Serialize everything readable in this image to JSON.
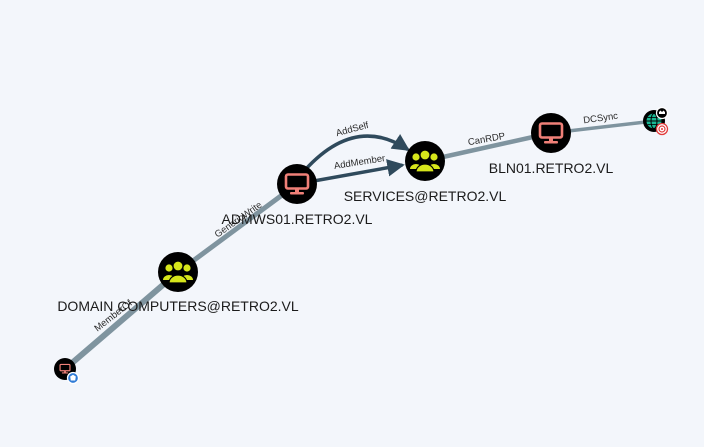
{
  "graph": {
    "nodes": [
      {
        "id": "workstation",
        "type": "computer",
        "small": true,
        "badge": "owned",
        "label": ""
      },
      {
        "id": "domain_computers",
        "type": "group",
        "label": "DOMAIN COMPUTERS@RETRO2.VL"
      },
      {
        "id": "admws01",
        "type": "computer",
        "label": "ADMWS01.RETRO2.VL"
      },
      {
        "id": "services",
        "type": "group",
        "label": "SERVICES@RETRO2.VL"
      },
      {
        "id": "bln01",
        "type": "computer",
        "label": "BLN01.RETRO2.VL"
      },
      {
        "id": "domain",
        "type": "domain",
        "small": true,
        "badge": "target",
        "label": ""
      }
    ],
    "edges": [
      {
        "from": "workstation",
        "to": "domain_computers",
        "label": "MemberOf"
      },
      {
        "from": "domain_computers",
        "to": "admws01",
        "label": "GenericWrite"
      },
      {
        "from": "admws01",
        "to": "services",
        "label": "AddSelf",
        "curved": true
      },
      {
        "from": "admws01",
        "to": "services",
        "label": "AddMember"
      },
      {
        "from": "services",
        "to": "bln01",
        "label": "CanRDP"
      },
      {
        "from": "bln01",
        "to": "domain",
        "label": "DCSync"
      }
    ]
  },
  "colors": {
    "background": "#f3f6fb",
    "edge": "#7f949f",
    "edge_highlight": "#2f4a5c",
    "node_fill": "#000000",
    "computer_icon": "#f08078",
    "group_icon": "#d7e61b",
    "domain_icon": "#19b894",
    "owned_badge": "#2f7bd6",
    "target_badge": "#e23c3c"
  }
}
